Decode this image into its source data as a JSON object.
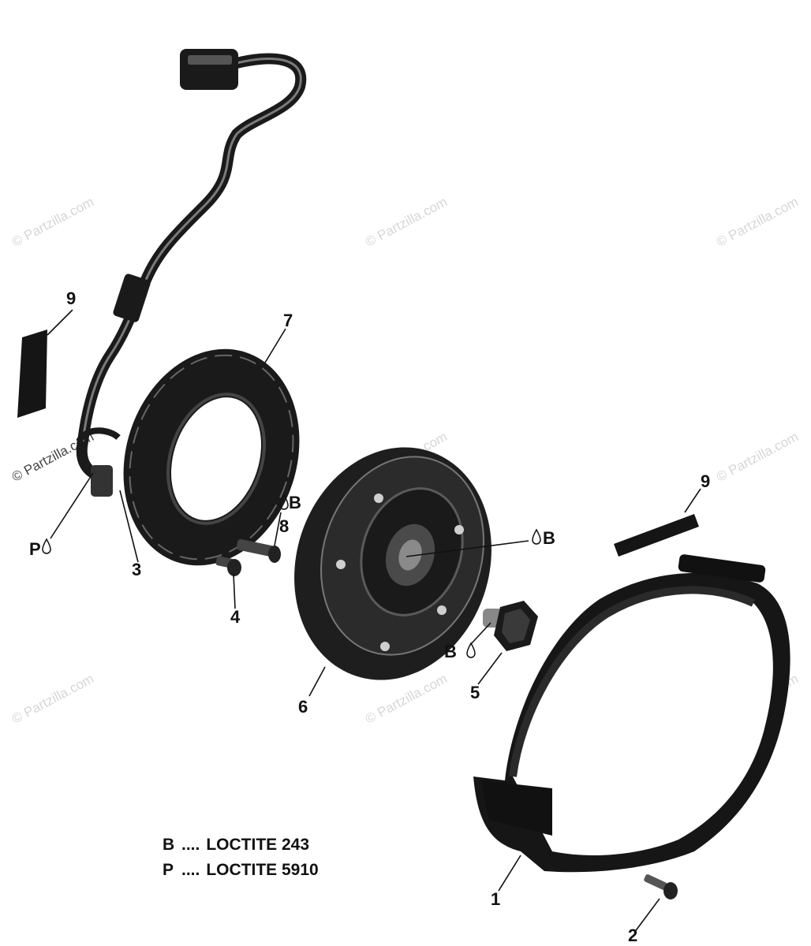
{
  "watermark": "© Partzilla.com",
  "callouts": {
    "c1": "1",
    "c2": "2",
    "c3": "3",
    "c4": "4",
    "c5": "5",
    "c6": "6",
    "c7": "7",
    "c8": "8",
    "c9_left": "9",
    "c9_right": "9",
    "p_left": "P",
    "b_bolt8": "B",
    "b_center": "B",
    "b_bolt5": "B"
  },
  "legend": {
    "b": {
      "code": "B",
      "dots": "....",
      "text": "LOCTITE 243"
    },
    "p": {
      "code": "P",
      "dots": "....",
      "text": "LOCTITE 5910"
    }
  },
  "colors": {
    "part": "#1a1a1a",
    "highlight": "#6b6b6b",
    "leader": "#111111"
  }
}
